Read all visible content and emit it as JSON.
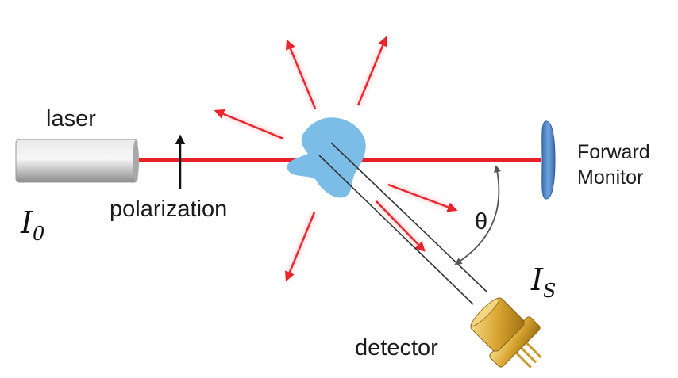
{
  "labels": {
    "laser": "laser",
    "polarization": "polarization",
    "forward_monitor_line1": "Forward",
    "forward_monitor_line2": "Monitor",
    "theta": "θ",
    "detector": "detector"
  },
  "symbols": {
    "incident_intensity_base": "I",
    "incident_intensity_sub": "0",
    "scattered_intensity_base": "I",
    "scattered_intensity_sub": "S"
  },
  "colors": {
    "beam": "#e8202a",
    "scatter_arrow": "#e3121b",
    "sample": "#7bbde6",
    "monitor": "#4f86c6",
    "detector_gold": "#d9a531",
    "laser_body": "#bdbdbd",
    "guide_line": "#333333"
  },
  "icons": {
    "laser": "laser-cylinder-icon",
    "sample": "sample-blob-icon",
    "monitor": "forward-monitor-disc-icon",
    "detector": "photodiode-detector-icon",
    "polarization": "up-arrow-icon"
  }
}
